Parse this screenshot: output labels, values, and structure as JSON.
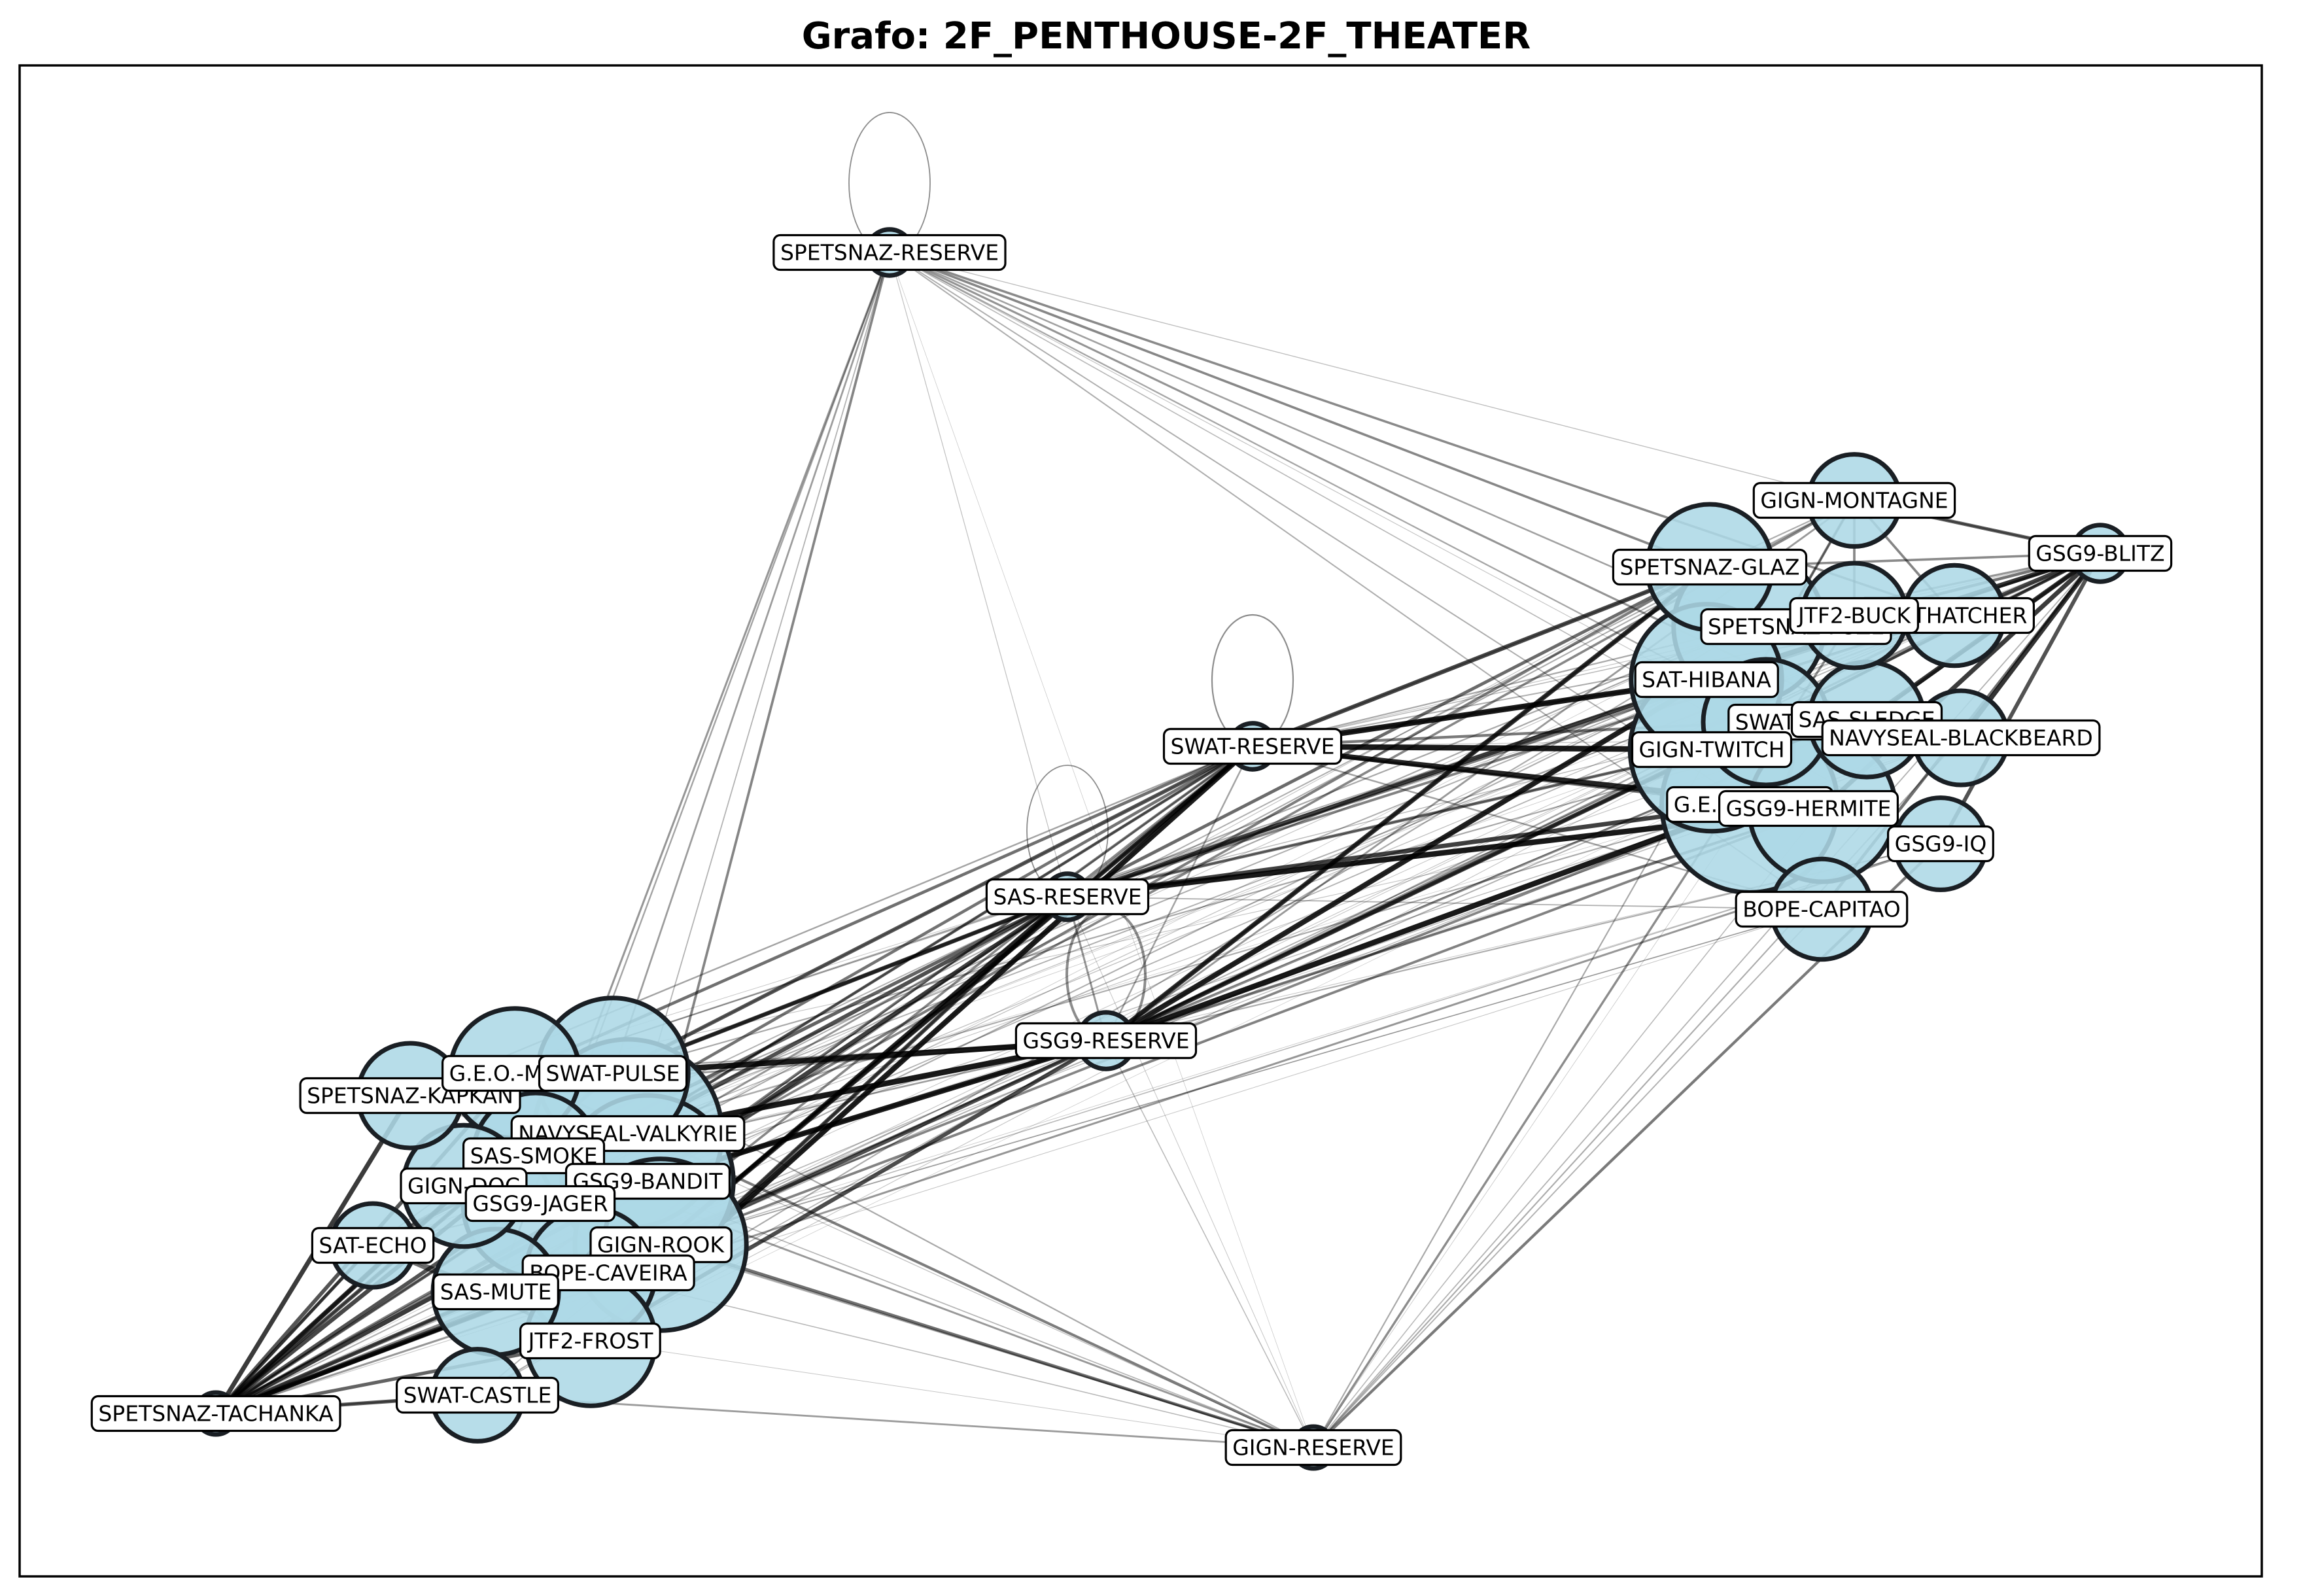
{
  "title": "Grafo: 2F_PENTHOUSE-2F_THEATER",
  "colors": {
    "node_fill": "#add8e6",
    "node_stroke": "#1a1f24",
    "edge": "#000000",
    "label_bg": "#ffffff",
    "background": "#ffffff"
  },
  "chart_data": {
    "type": "network",
    "title": "Grafo: 2F_PENTHOUSE-2F_THEATER",
    "nodes": [
      {
        "id": "SPETSNAZ-RESERVE",
        "label": "SPETSNAZ-RESERVE",
        "size": 0.22
      },
      {
        "id": "SWAT-RESERVE",
        "label": "SWAT-RESERVE",
        "size": 0.22
      },
      {
        "id": "SAS-RESERVE",
        "label": "SAS-RESERVE",
        "size": 0.22
      },
      {
        "id": "GSG9-RESERVE",
        "label": "GSG9-RESERVE",
        "size": 0.27
      },
      {
        "id": "GIGN-RESERVE",
        "label": "GIGN-RESERVE",
        "size": 0.2
      },
      {
        "id": "SPETSNAZ-TACHANKA",
        "label": "SPETSNAZ-TACHANKA",
        "size": 0.2
      },
      {
        "id": "GIGN-MONTAGNE",
        "label": "GIGN-MONTAGNE",
        "size": 0.44
      },
      {
        "id": "GSG9-BLITZ",
        "label": "GSG9-BLITZ",
        "size": 0.27
      },
      {
        "id": "SPETSNAZ-GLAZ",
        "label": "SPETSNAZ-GLAZ",
        "size": 0.6
      },
      {
        "id": "SAS-THATCHER",
        "label": "SAS-THATCHER",
        "size": 0.48
      },
      {
        "id": "SPETSNAZ-FUZE",
        "label": "SPETSNAZ-FUZE",
        "size": 0.72
      },
      {
        "id": "JTF2-BUCK",
        "label": "JTF2-BUCK",
        "size": 0.5
      },
      {
        "id": "SAT-HIBANA",
        "label": "SAT-HIBANA",
        "size": 0.72
      },
      {
        "id": "SWAT-ASH",
        "label": "SWAT-ASH",
        "size": 0.6
      },
      {
        "id": "SAS-SLEDGE",
        "label": "SAS-SLEDGE",
        "size": 0.55
      },
      {
        "id": "NAVYSEAL-BLACKBEARD",
        "label": "NAVYSEAL-BLACKBEARD",
        "size": 0.45
      },
      {
        "id": "GIGN-TWITCH",
        "label": "GIGN-TWITCH",
        "size": 0.78
      },
      {
        "id": "G.E.O.-JACKAL",
        "label": "G.E.O.-JACKAL",
        "size": 0.84
      },
      {
        "id": "GSG9-HERMITE",
        "label": "GSG9-HERMITE",
        "size": 0.7
      },
      {
        "id": "GSG9-IQ",
        "label": "GSG9-IQ",
        "size": 0.44
      },
      {
        "id": "BOPE-CAPITAO",
        "label": "BOPE-CAPITAO",
        "size": 0.48
      },
      {
        "id": "SPETSNAZ-KAPKAN",
        "label": "SPETSNAZ-KAPKAN",
        "size": 0.5
      },
      {
        "id": "G.E.O.-MIRA",
        "label": "G.E.O.-MIRA",
        "size": 0.62
      },
      {
        "id": "SWAT-PULSE",
        "label": "SWAT-PULSE",
        "size": 0.72
      },
      {
        "id": "NAVYSEAL-VALKYRIE",
        "label": "NAVYSEAL-VALKYRIE",
        "size": 0.9
      },
      {
        "id": "SAS-SMOKE",
        "label": "SAS-SMOKE",
        "size": 0.6
      },
      {
        "id": "GIGN-DOC",
        "label": "GIGN-DOC",
        "size": 0.58
      },
      {
        "id": "GSG9-BANDIT",
        "label": "GSG9-BANDIT",
        "size": 0.82
      },
      {
        "id": "GSG9-JAGER",
        "label": "GSG9-JAGER",
        "size": 0.7
      },
      {
        "id": "SAT-ECHO",
        "label": "SAT-ECHO",
        "size": 0.4
      },
      {
        "id": "GIGN-ROOK",
        "label": "GIGN-ROOK",
        "size": 0.82
      },
      {
        "id": "BOPE-CAVEIRA",
        "label": "BOPE-CAVEIRA",
        "size": 0.62
      },
      {
        "id": "SAS-MUTE",
        "label": "SAS-MUTE",
        "size": 0.6
      },
      {
        "id": "JTF2-FROST",
        "label": "JTF2-FROST",
        "size": 0.62
      },
      {
        "id": "SWAT-CASTLE",
        "label": "SWAT-CASTLE",
        "size": 0.44
      }
    ],
    "self_loops": [
      "SPETSNAZ-RESERVE",
      "SWAT-RESERVE",
      "SAS-RESERVE",
      "GSG9-RESERVE"
    ],
    "groups": {
      "attackers": [
        "GIGN-MONTAGNE",
        "GSG9-BLITZ",
        "SPETSNAZ-GLAZ",
        "SAS-THATCHER",
        "SPETSNAZ-FUZE",
        "JTF2-BUCK",
        "SAT-HIBANA",
        "SWAT-ASH",
        "SAS-SLEDGE",
        "NAVYSEAL-BLACKBEARD",
        "GIGN-TWITCH",
        "G.E.O.-JACKAL",
        "GSG9-HERMITE",
        "GSG9-IQ",
        "BOPE-CAPITAO"
      ],
      "defenders": [
        "SPETSNAZ-KAPKAN",
        "G.E.O.-MIRA",
        "SWAT-PULSE",
        "NAVYSEAL-VALKYRIE",
        "SAS-SMOKE",
        "GIGN-DOC",
        "GSG9-BANDIT",
        "GSG9-JAGER",
        "SAT-ECHO",
        "GIGN-ROOK",
        "BOPE-CAVEIRA",
        "SAS-MUTE",
        "JTF2-FROST",
        "SWAT-CASTLE"
      ],
      "reserves": [
        "SPETSNAZ-RESERVE",
        "SWAT-RESERVE",
        "SAS-RESERVE",
        "GSG9-RESERVE",
        "GIGN-RESERVE",
        "SPETSNAZ-TACHANKA"
      ]
    }
  }
}
